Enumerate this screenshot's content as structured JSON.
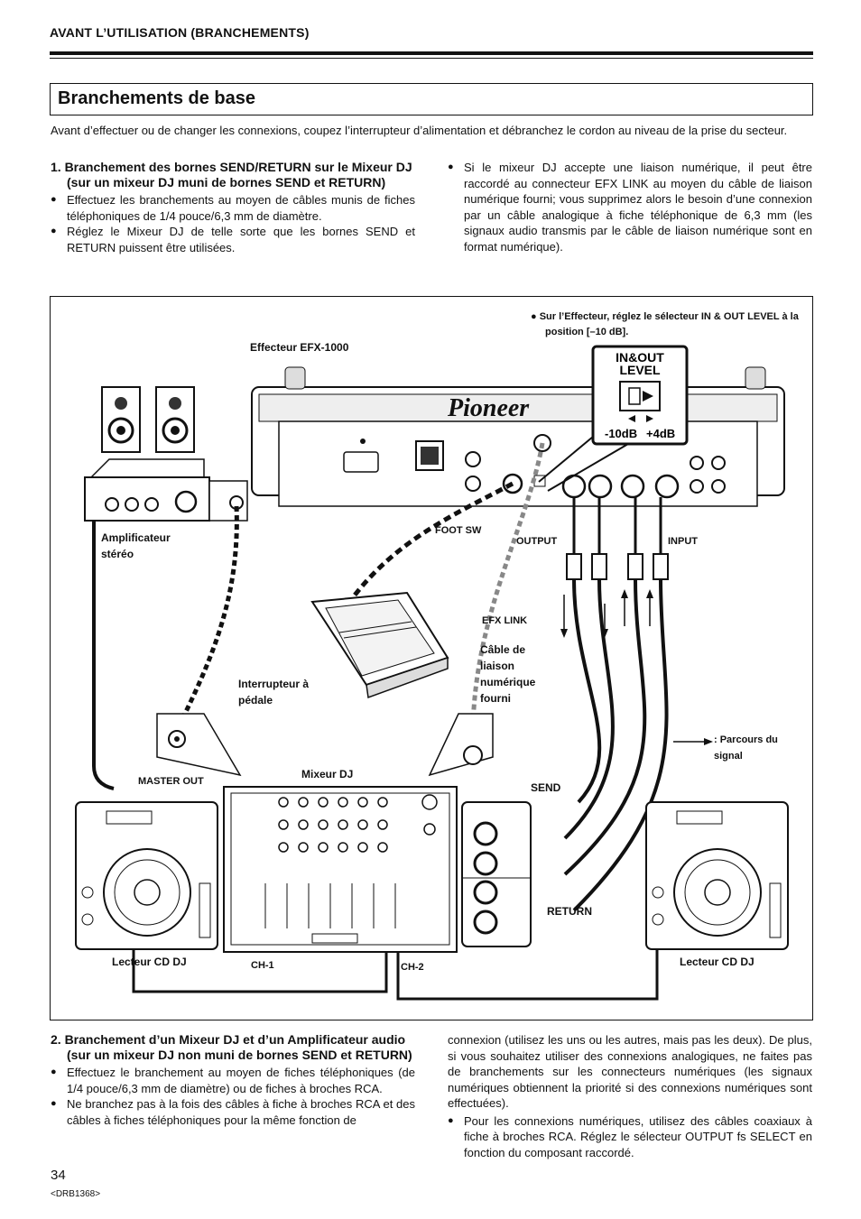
{
  "header": {
    "section": "AVANT L’UTILISATION (BRANCHEMENTS)"
  },
  "title": "Branchements de base",
  "intro": "Avant d’effectuer ou de changer les connexions, coupez l’interrupteur d’alimentation et débranchez le cordon au niveau de la prise du secteur.",
  "section1": {
    "title": "1. Branchement des bornes SEND/RETURN sur le Mixeur DJ (sur un mixeur DJ muni de bornes SEND et RETURN)",
    "bullets": [
      "Effectuez les branchements au moyen de câbles munis de fiches téléphoniques de 1/4 pouce/6,3 mm de diamètre.",
      "Réglez le Mixeur DJ de telle sorte que les bornes SEND et RETURN puissent être utilisées."
    ],
    "bullet_right": "Si le mixeur DJ accepte une liaison numérique, il peut être raccordé au connecteur EFX LINK au moyen du câble de liaison numérique fourni; vous supprimez alors le besoin d’une connexion par un câble analogique à fiche téléphonique de 6,3 mm (les signaux audio transmis par le câble de liaison numérique sont en format numérique)."
  },
  "diagram": {
    "note": "Sur l’Effecteur, réglez le sélecteur IN & OUT LEVEL à la position [–10 dB].",
    "effector": "Effecteur EFX-1000",
    "pioneer_logo": "Pioneer",
    "level_title_1": "IN&OUT",
    "level_title_2": "LEVEL",
    "level_minus": "-10dB",
    "level_plus": "+4dB",
    "amp": "Amplificateur stéréo",
    "foot_sw": "FOOT SW",
    "output": "OUTPUT",
    "input": "INPUT",
    "efx_link": "EFX LINK",
    "cable": "Câble de liaison numérique fourni",
    "pedal": "Interrupteur à pédale",
    "legend": ": Parcours du signal",
    "master_out": "MASTER OUT",
    "mixer": "Mixeur DJ",
    "send": "SEND",
    "return": "RETURN",
    "cd_left": "Lecteur CD DJ",
    "cd_right": "Lecteur CD DJ",
    "ch1": "CH-1",
    "ch2": "CH-2"
  },
  "section2": {
    "title": "2. Branchement d’un Mixeur DJ et d’un Amplificateur audio (sur un mixeur DJ non muni de bornes SEND et RETURN)",
    "bullets": [
      "Effectuez le branchement au moyen de fiches téléphoniques (de 1/4 pouce/6,3 mm de diamètre) ou de fiches à broches RCA.",
      "Ne branchez pas à la fois des câbles à fiche à broches RCA et des câbles à fiches téléphoniques pour la même fonction de"
    ],
    "right_continuation": "connexion (utilisez les uns ou les autres, mais pas les deux). De plus, si vous souhaitez utiliser des connexions analogiques, ne faites pas de branchements sur les connecteurs numériques (les signaux numériques obtiennent la priorité si des connexions numériques sont effectuées).",
    "bullet_right": "Pour les connexions numériques, utilisez des câbles coaxiaux à fiche à broches RCA. Réglez le sélecteur OUTPUT fs SELECT en fonction du composant raccordé."
  },
  "footer": {
    "page": "34",
    "code": "<DRB1368>"
  }
}
